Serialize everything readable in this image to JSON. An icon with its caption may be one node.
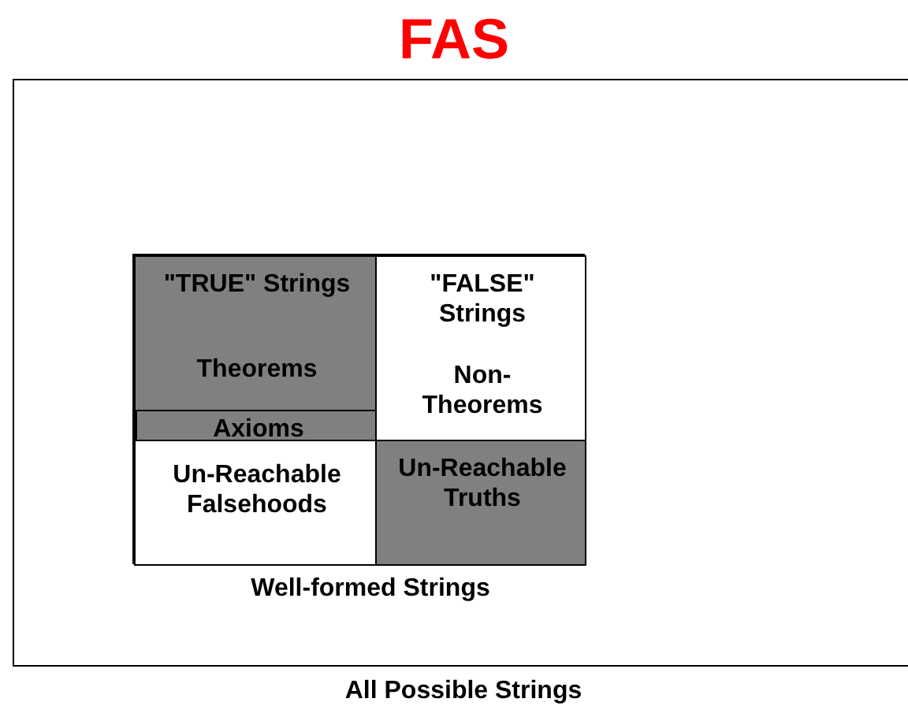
{
  "diagram": {
    "title": "FAS",
    "nodes": [
      {
        "text": [
          "All Possible Strings"
        ]
      },
      {
        "text": [
          "Well-formed Strings"
        ],
        "in": 0
      },
      {
        "text": [
          "\"TRUE\" Strings",
          "Theorems"
        ],
        "in": 1
      },
      {
        "text": [
          "Axioms"
        ],
        "in": 2
      },
      {
        "text": [
          "\"FALSE\" Strings",
          "Non-Theorems"
        ],
        "in": 1
      },
      {
        "text": [
          "Un-Reachable Falsehoods"
        ],
        "in": 1
      },
      {
        "text": [
          "Un-Reachable Truths"
        ],
        "in": 1
      }
    ],
    "edges": []
  }
}
